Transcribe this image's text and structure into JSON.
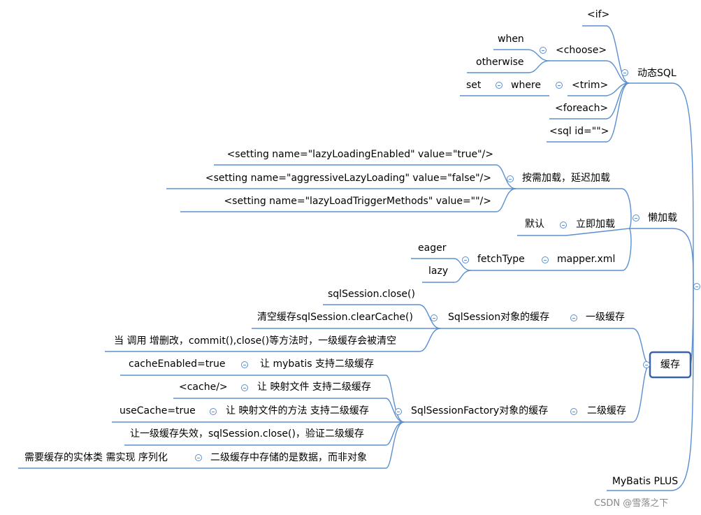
{
  "root": {
    "label": "MyBatis PLUS"
  },
  "dynamic_sql": {
    "label": "动态SQL",
    "if": "<if>",
    "choose": "<choose>",
    "when": "when",
    "otherwise": "otherwise",
    "trim": "<trim>",
    "where": "where",
    "set": "set",
    "foreach": "<foreach>",
    "sql_id": "<sql id=\"\">"
  },
  "lazy_loading": {
    "label": "懒加载",
    "on_demand": "按需加载，延迟加载",
    "setting1": "<setting name=\"lazyLoadingEnabled\" value=\"true\"/>",
    "setting2": "<setting name=\"aggressiveLazyLoading\" value=\"false\"/>",
    "setting3": "<setting name=\"lazyLoadTriggerMethods\" value=\"\"/>",
    "immediate": "立即加载",
    "default": "默认",
    "mapper_xml": "mapper.xml",
    "fetch_type": "fetchType",
    "eager": "eager",
    "lazy": "lazy"
  },
  "cache": {
    "label": "缓存",
    "level1": {
      "label": "一级缓存",
      "session_cache": "SqlSession对象的缓存",
      "close": "sqlSession.close()",
      "clear": "清空缓存sqlSession.clearCache()",
      "note": "当 调用 增删改，commit(),close()等方法时，一级缓存会被清空"
    },
    "level2": {
      "label": "二级缓存",
      "factory_cache": "SqlSessionFactory对象的缓存",
      "enable_mybatis": "让 mybatis 支持二级缓存",
      "cache_enabled": "cacheEnabled=true",
      "enable_mapper": "让 映射文件 支持二级缓存",
      "cache_tag": "<cache/>",
      "enable_method": "让 映射文件的方法 支持二级缓存",
      "use_cache": "useCache=true",
      "verify": "让一级缓存失效，sqlSession.close()，验证二级缓存",
      "stores_data": "二级缓存中存储的是数据，而非对象",
      "serializable": "需要缓存的实体类 需实现 序列化"
    }
  },
  "watermark": "CSDN @雪落之下",
  "colors": {
    "line": "#5b8fd0",
    "selected_border": "#3a64a8"
  }
}
